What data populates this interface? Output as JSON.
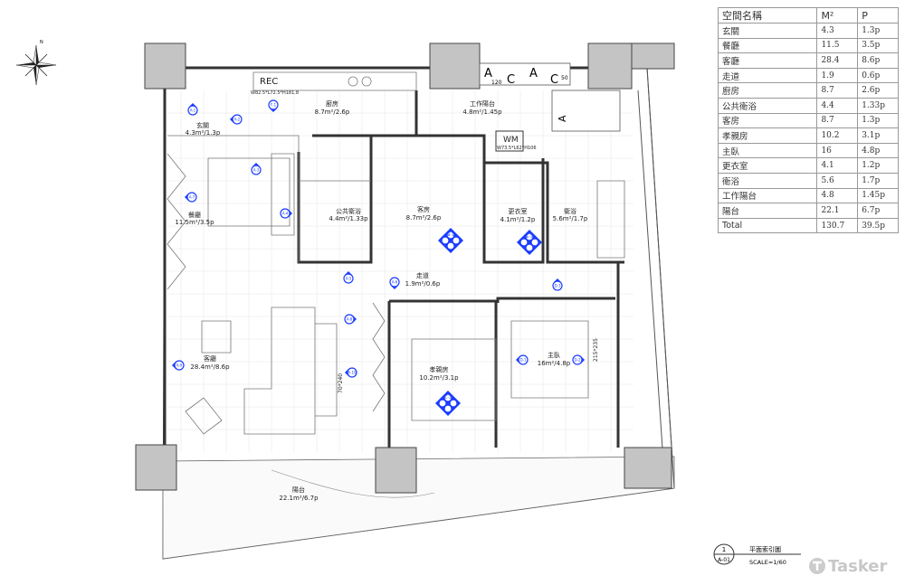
{
  "table": {
    "headers": [
      "空間名稱",
      "M²",
      "P"
    ],
    "rows": [
      [
        "玄關",
        "4.3",
        "1.3p"
      ],
      [
        "餐廳",
        "11.5",
        "3.5p"
      ],
      [
        "客廳",
        "28.4",
        "8.6p"
      ],
      [
        "走道",
        "1.9",
        "0.6p"
      ],
      [
        "廚房",
        "8.7",
        "2.6p"
      ],
      [
        "公共衛浴",
        "4.4",
        "1.33p"
      ],
      [
        "客房",
        "8.7",
        "1.3p"
      ],
      [
        "孝親房",
        "10.2",
        "3.1p"
      ],
      [
        "主臥",
        "16",
        "4.8p"
      ],
      [
        "更衣室",
        "4.1",
        "1.2p"
      ],
      [
        "衛浴",
        "5.6",
        "1.7p"
      ],
      [
        "工作陽台",
        "4.8",
        "1.45p"
      ],
      [
        "陽台",
        "22.1",
        "6.7p"
      ],
      [
        "Total",
        "130.7",
        "39.5p"
      ]
    ]
  },
  "rooms": {
    "entry": {
      "name": "玄關",
      "area": "4.3m²/1.3p"
    },
    "kitchen": {
      "name": "廚房",
      "area": "8.7m²/2.6p"
    },
    "service": {
      "name": "工作陽台",
      "area": "4.8m²/1.45p"
    },
    "dining": {
      "name": "餐廳",
      "area": "11.5m²/3.5p"
    },
    "pubbath": {
      "name": "公共衛浴",
      "area": "4.4m²/1.33p"
    },
    "guest": {
      "name": "客房",
      "area": "8.7m²/2.6p"
    },
    "closet": {
      "name": "更衣室",
      "area": "4.1m²/1.2p"
    },
    "bath": {
      "name": "衛浴",
      "area": "5.6m²/1.7p"
    },
    "hall": {
      "name": "走道",
      "area": "1.9m²/0.6p"
    },
    "living": {
      "name": "客廳",
      "area": "28.4m²/8.6p"
    },
    "parents": {
      "name": "孝親房",
      "area": "10.2m²/3.1p"
    },
    "master": {
      "name": "主臥",
      "area": "16m²/4.8p"
    },
    "balcony": {
      "name": "陽台",
      "area": "22.1m²/6.7p"
    }
  },
  "fixtures": {
    "rec": "REC",
    "rec_dim": "W82.5*L72.5*H181.8",
    "wm": "WM",
    "wm_dim": "W73.5*L62*H106",
    "ac": "A",
    "ac2": "C",
    "ac_dim": "120",
    "ac_dim2": "50",
    "rug": "70*240",
    "bed": "215*235"
  },
  "markers": [
    "A-1",
    "F-1",
    "A-2",
    "A-3",
    "A-7",
    "A-4",
    "B-1",
    "A-5",
    "A-6",
    "A-8",
    "A-9",
    "A-10",
    "D-3",
    "D-1",
    "D-2",
    "C-1",
    "E-1"
  ],
  "title_block": {
    "num": "1",
    "sheet": "A-01",
    "name": "平面索引圖",
    "scale": "SCALE=1/60"
  },
  "logo": "Tasker",
  "compass": {
    "n": "N"
  }
}
